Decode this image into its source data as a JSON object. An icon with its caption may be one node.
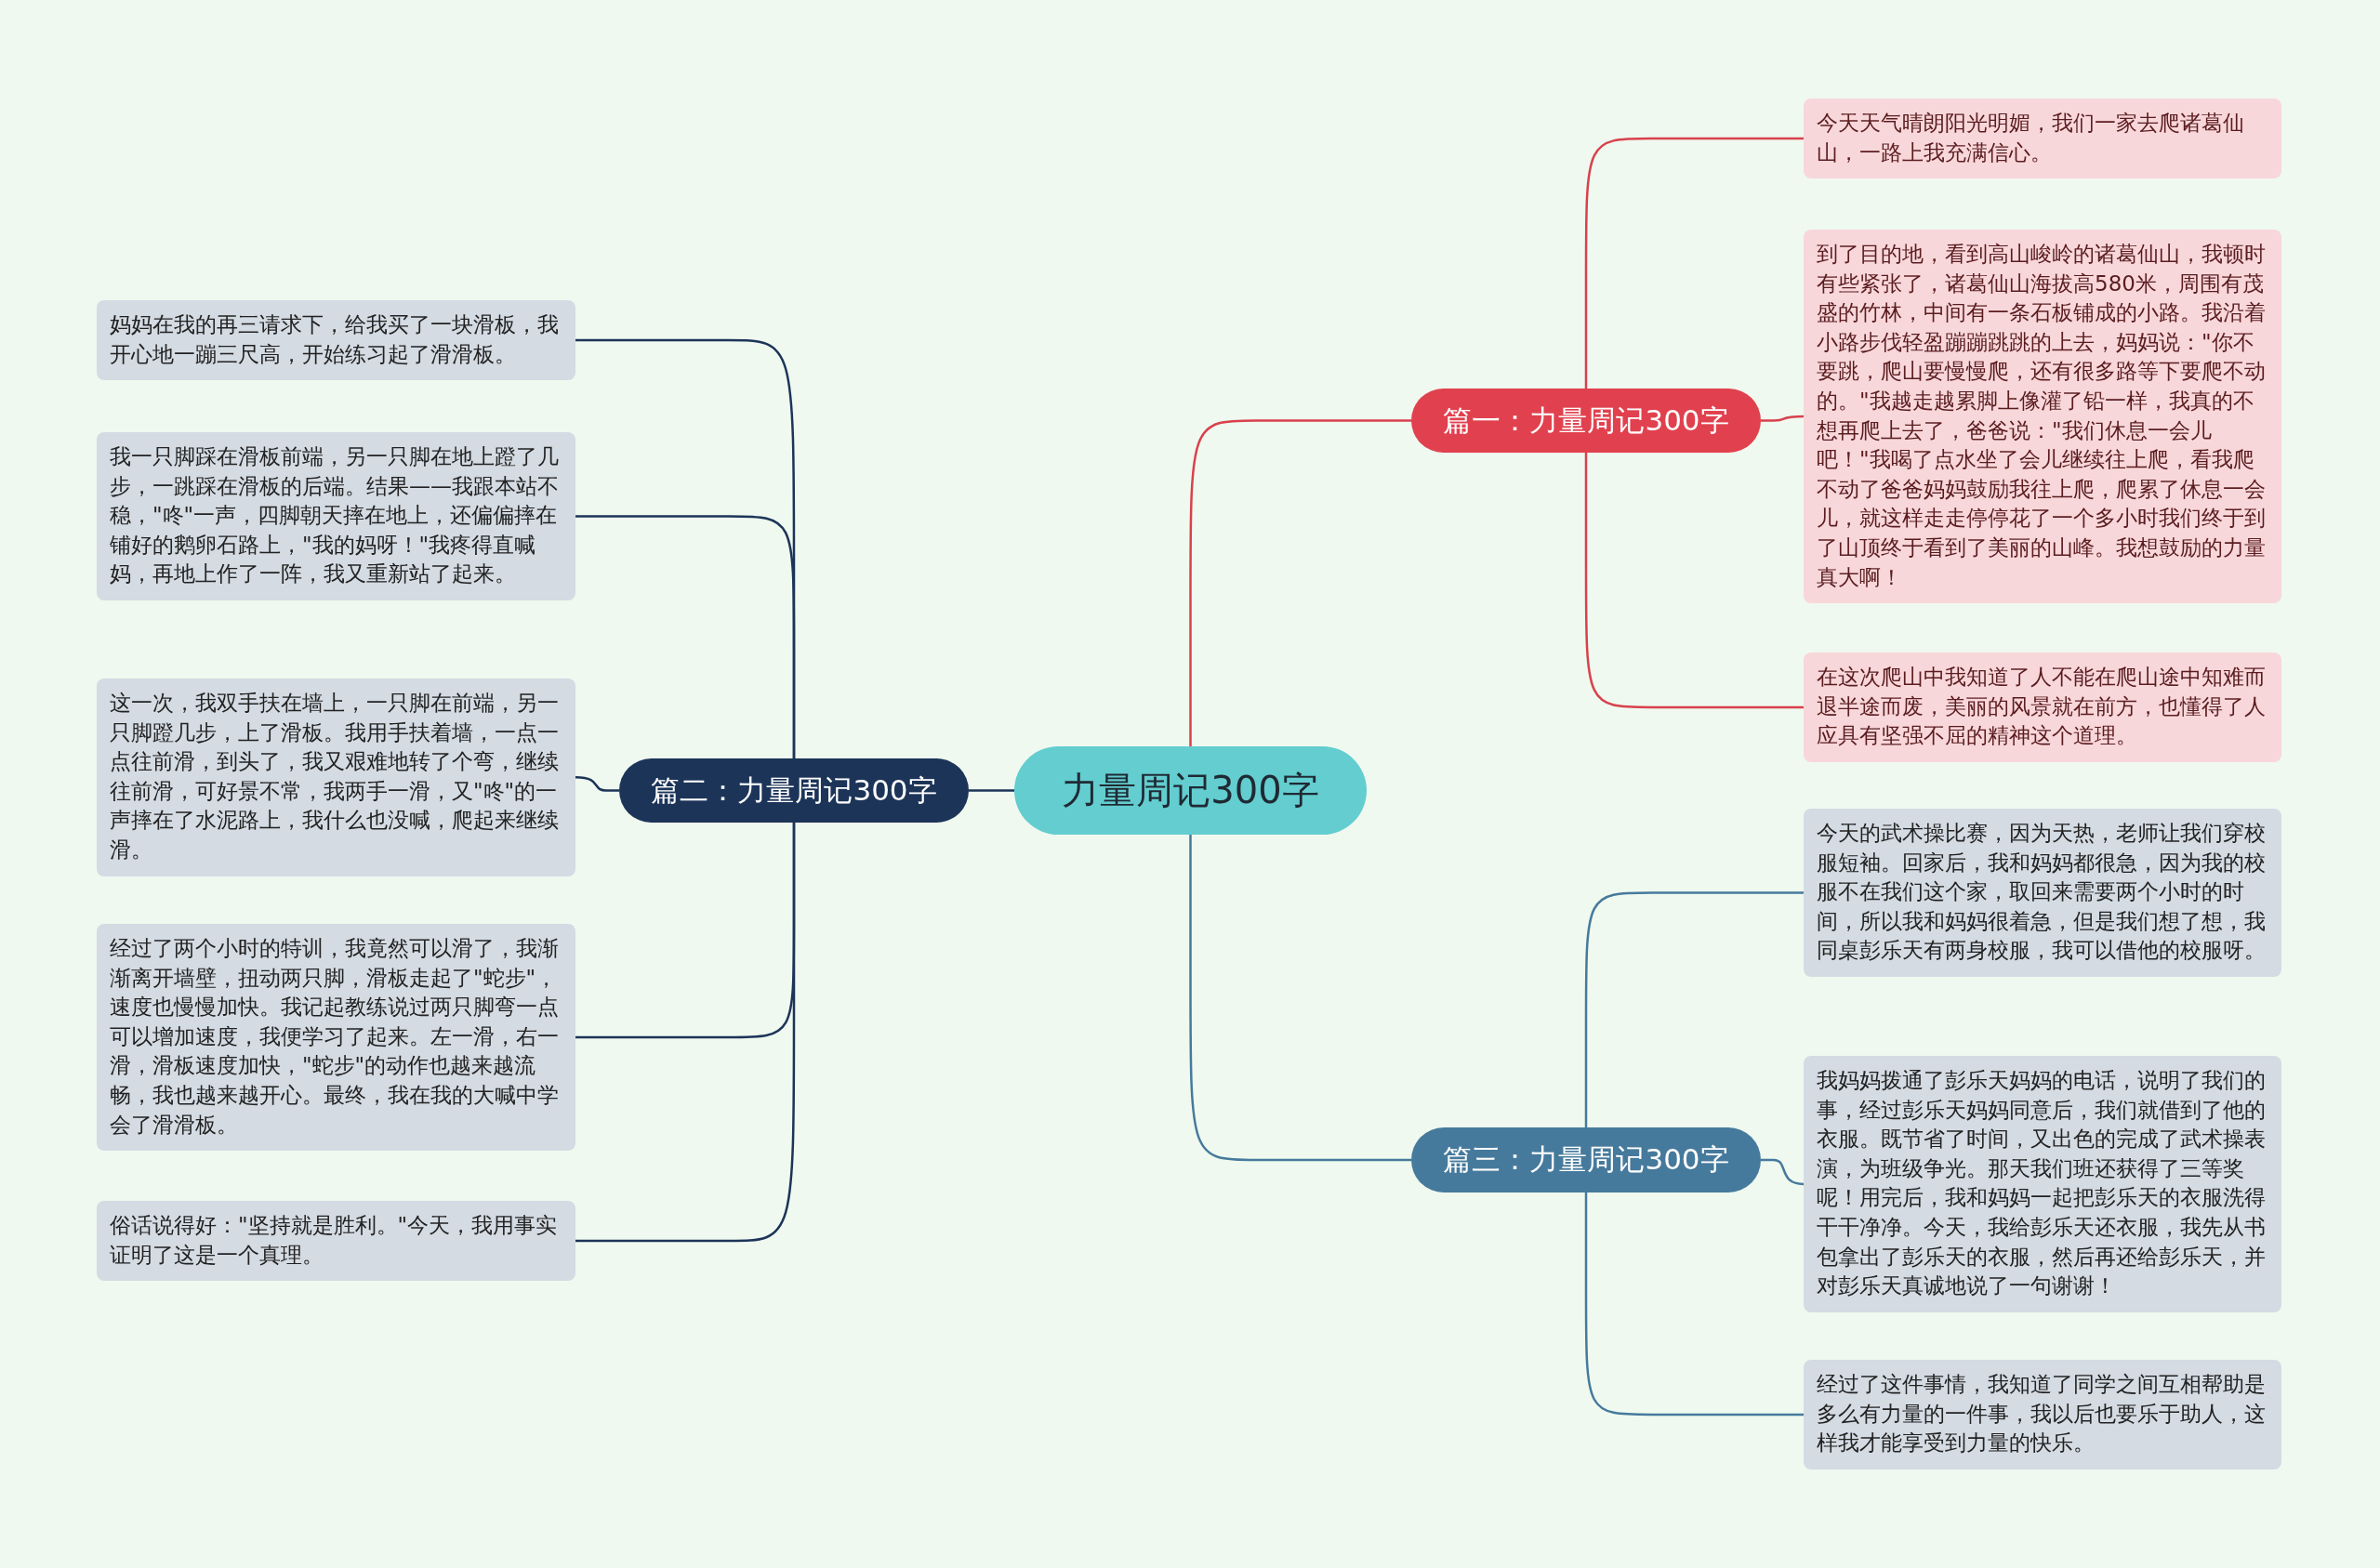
{
  "diagram": {
    "nodes": [
      {
        "text": [
          "力量周记300字"
        ]
      },
      {
        "text": [
          "篇一：力量周记300字"
        ]
      },
      {
        "text": [
          "篇二：力量周记300字"
        ]
      },
      {
        "text": [
          "篇三：力量周记300字"
        ]
      },
      {
        "text": [
          "今天天气晴朗阳光明媚，我们一家去爬诸葛仙山，一路上我充满信心。"
        ]
      },
      {
        "text": [
          "到了目的地，看到高山峻岭的诸葛仙山，我顿时有些紧张了，诸葛仙山海拔高580米，周围有茂盛的竹林，中间有一条石板铺成的小路。我沿着小路步伐轻盈蹦蹦跳跳的上去，妈妈说：\"你不要跳，爬山要慢慢爬，还有很多路等下要爬不动的。\"我越走越累脚上像灌了铅一样，我真的不想再爬上去了，爸爸说：\"我们休息一会儿吧！\"我喝了点水坐了会儿继续往上爬，看我爬不动了爸爸妈妈鼓励我往上爬，爬累了休息一会儿，就这样走走停停花了一个多小时我们终于到了山顶终于看到了美丽的山峰。我想鼓励的力量真大啊！"
        ]
      },
      {
        "text": [
          "在这次爬山中我知道了人不能在爬山途中知难而退半途而废，美丽的风景就在前方，也懂得了人应具有坚强不屈的精神这个道理。"
        ]
      },
      {
        "text": [
          "妈妈在我的再三请求下，给我买了一块滑板，我开心地一蹦三尺高，开始练习起了滑滑板。"
        ]
      },
      {
        "text": [
          "我一只脚踩在滑板前端，另一只脚在地上蹬了几步，一跳踩在滑板的后端。结果——我跟本站不稳，\"咚\"一声，四脚朝天摔在地上，还偏偏摔在铺好的鹅卵石路上，\"我的妈呀！\"我疼得直喊妈，再地上作了一阵，我又重新站了起来。"
        ]
      },
      {
        "text": [
          "这一次，我双手扶在墙上，一只脚在前端，另一只脚蹬几步，上了滑板。我用手扶着墙，一点一点往前滑，到头了，我又艰难地转了个弯，继续往前滑，可好景不常，我两手一滑，又\"咚\"的一声摔在了水泥路上，我什么也没喊，爬起来继续滑。"
        ]
      },
      {
        "text": [
          "经过了两个小时的特训，我竟然可以滑了，我渐渐离开墙壁，扭动两只脚，滑板走起了\"蛇步\"，速度也慢慢加快。我记起教练说过两只脚弯一点可以增加速度，我便学习了起来。左一滑，右一滑，滑板速度加快，\"蛇步\"的动作也越来越流畅，我也越来越开心。最终，我在我的大喊中学会了滑滑板。"
        ]
      },
      {
        "text": [
          "俗话说得好：\"坚持就是胜利。\"今天，我用事实证明了这是一个真理。"
        ]
      },
      {
        "text": [
          "今天的武术操比赛，因为天热，老师让我们穿校服短袖。回家后，我和妈妈都很急，因为我的校服不在我们这个家，取回来需要两个小时的时间，所以我和妈妈很着急，但是我们想了想，我同桌彭乐天有两身校服，我可以借他的校服呀。"
        ]
      },
      {
        "text": [
          "我妈妈拨通了彭乐天妈妈的电话，说明了我们的事，经过彭乐天妈妈同意后，我们就借到了他的衣服。既节省了时间，又出色的完成了武术操表演，为班级争光。那天我们班还获得了三等奖呢！用完后，我和妈妈一起把彭乐天的衣服洗得干干净净。今天，我给彭乐天还衣服，我先从书包拿出了彭乐天的衣服，然后再还给彭乐天，并对彭乐天真诚地说了一句谢谢！"
        ]
      },
      {
        "text": [
          "经过了这件事情，我知道了同学之间互相帮助是多么有力量的一件事，我以后也要乐于助人，这样我才能享受到力量的快乐。"
        ]
      }
    ],
    "edges": [
      {
        "from": 0,
        "to": 1,
        "arrow": "none",
        "color": "#d8414c"
      },
      {
        "from": 0,
        "to": 2,
        "arrow": "none",
        "color": "#1c3458"
      },
      {
        "from": 0,
        "to": 3,
        "arrow": "none",
        "color": "#467a9c"
      },
      {
        "from": 1,
        "to": 4,
        "arrow": "none",
        "color": "#d8414c"
      },
      {
        "from": 1,
        "to": 5,
        "arrow": "none",
        "color": "#d8414c"
      },
      {
        "from": 1,
        "to": 6,
        "arrow": "none",
        "color": "#d8414c"
      },
      {
        "from": 2,
        "to": 7,
        "arrow": "none",
        "color": "#1c3458"
      },
      {
        "from": 2,
        "to": 8,
        "arrow": "none",
        "color": "#1c3458"
      },
      {
        "from": 2,
        "to": 9,
        "arrow": "none",
        "color": "#1c3458"
      },
      {
        "from": 2,
        "to": 10,
        "arrow": "none",
        "color": "#1c3458"
      },
      {
        "from": 2,
        "to": 11,
        "arrow": "none",
        "color": "#1c3458"
      },
      {
        "from": 3,
        "to": 12,
        "arrow": "none",
        "color": "#467a9c"
      },
      {
        "from": 3,
        "to": 13,
        "arrow": "none",
        "color": "#467a9c"
      },
      {
        "from": 3,
        "to": 14,
        "arrow": "none",
        "color": "#467a9c"
      }
    ]
  }
}
